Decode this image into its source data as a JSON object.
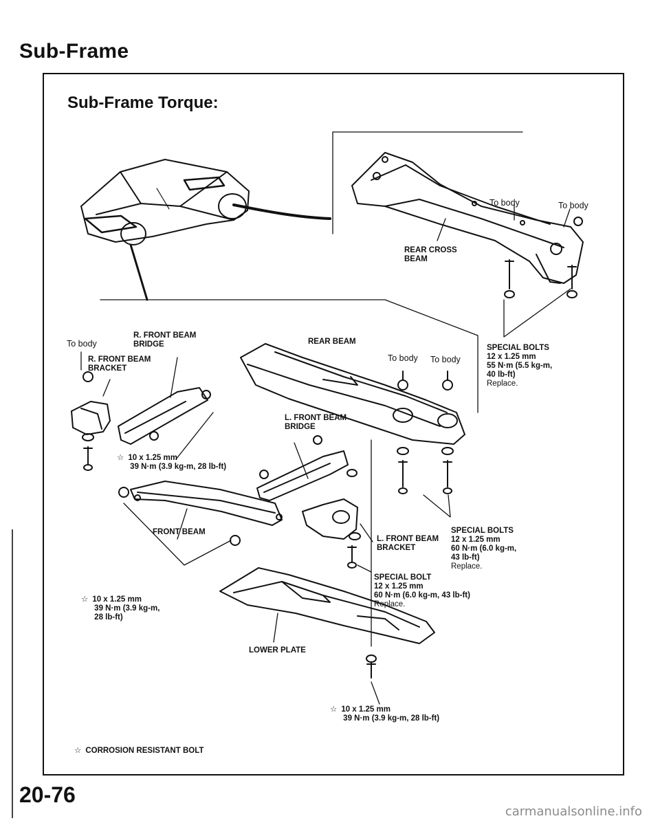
{
  "header": {
    "title": "Sub-Frame"
  },
  "section": {
    "title": "Sub-Frame Torque:"
  },
  "labels": {
    "to_body": "To body",
    "rear_cross_beam": [
      "REAR CROSS",
      "BEAM"
    ],
    "special_bolts_top": [
      "SPECIAL BOLTS",
      "12 x 1.25 mm",
      "55 N·m (5.5 kg-m,",
      "40 lb-ft)",
      "Replace."
    ],
    "r_front_beam_bridge": [
      "R. FRONT BEAM",
      "BRIDGE"
    ],
    "r_front_beam_bracket": [
      "R. FRONT BEAM",
      "BRACKET"
    ],
    "rear_beam": "REAR BEAM",
    "l_front_beam_bridge": [
      "L. FRONT BEAM",
      "BRIDGE"
    ],
    "bolt_10_a": [
      "10 x 1.25 mm",
      "39 N·m (3.9 kg-m, 28 lb-ft)"
    ],
    "front_beam": "FRONT BEAM",
    "l_front_beam_bracket": [
      "L. FRONT BEAM",
      "BRACKET"
    ],
    "special_bolts_mid": [
      "SPECIAL BOLTS",
      "12 x 1.25 mm",
      "60 N·m (6.0 kg-m,",
      "43 lb-ft)",
      "Replace."
    ],
    "special_bolt_single": [
      "SPECIAL BOLT",
      "12 x 1.25 mm",
      "60 N·m (6.0 kg-m, 43 lb-ft)",
      "Replace."
    ],
    "bolt_10_b": [
      "10 x 1.25 mm",
      "39 N·m (3.9 kg-m,",
      "28 lb-ft)"
    ],
    "lower_plate": "LOWER PLATE",
    "bolt_10_c": [
      "10 x 1.25 mm",
      "39 N·m (3.9 kg-m, 28 lb-ft)"
    ]
  },
  "legend": {
    "symbol": "☆",
    "text": "CORROSION RESISTANT BOLT"
  },
  "footer": {
    "page_number": "20-76",
    "watermark": "carmanualsonline.info"
  }
}
